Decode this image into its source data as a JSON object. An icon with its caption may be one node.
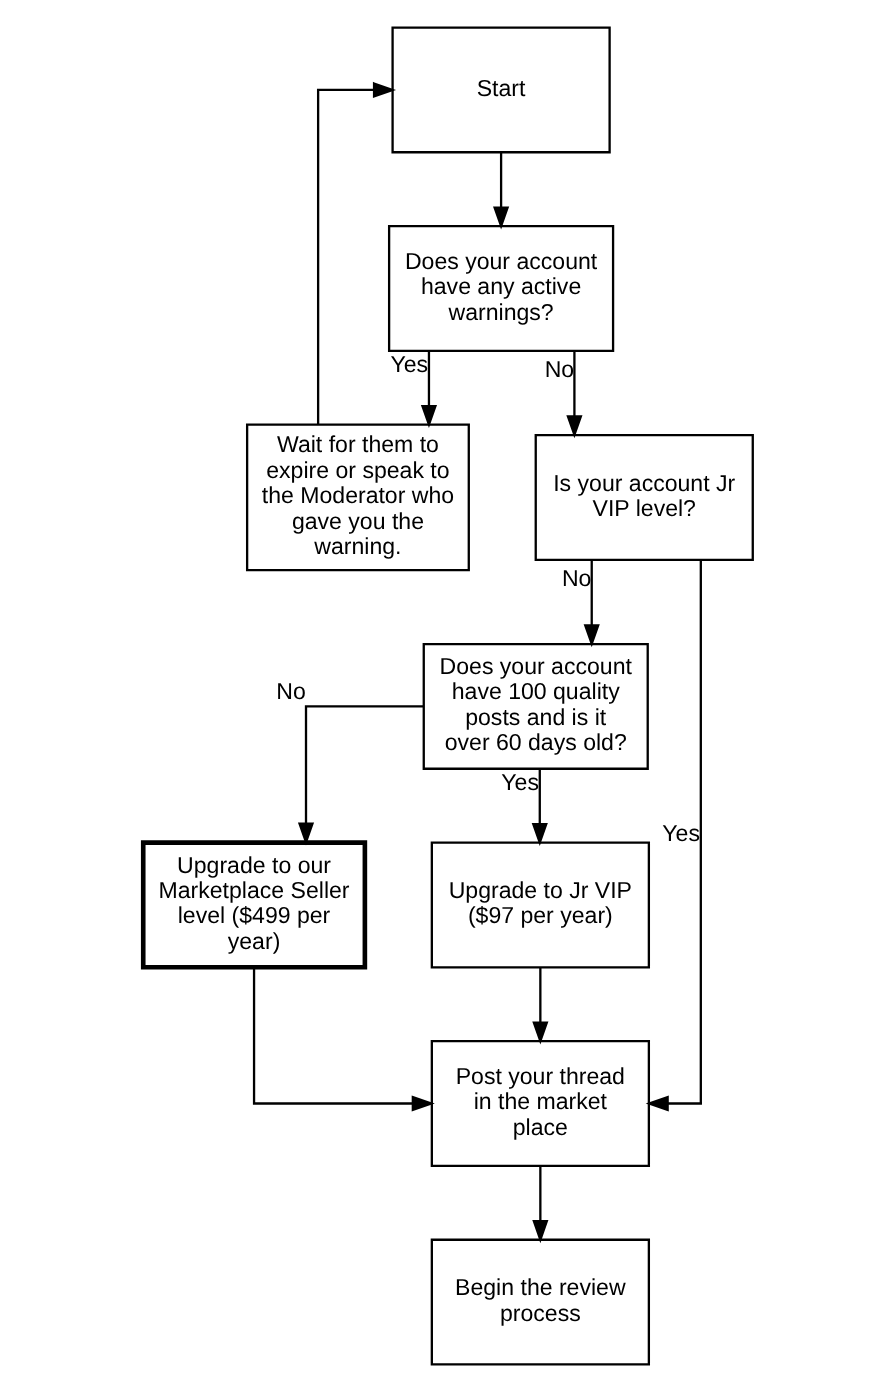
{
  "diagram": {
    "nodes": [
      {
        "text": [
          "Start"
        ]
      },
      {
        "text": [
          "Does your account have any active warnings?"
        ]
      },
      {
        "text": [
          "Wait for them to expire or speak to the Moderator who gave you the warning."
        ]
      },
      {
        "text": [
          "Is your account Jr VIP level?"
        ]
      },
      {
        "text": [
          "Does your account have 100 quality posts and is it over 60 days old?"
        ]
      },
      {
        "text": [
          "Upgrade to our Marketplace Seller level ($499 per year)"
        ]
      },
      {
        "text": [
          "Upgrade to Jr VIP ($97 per year)"
        ]
      },
      {
        "text": [
          "Post your thread in the market place"
        ]
      },
      {
        "text": [
          "Begin the review process"
        ]
      }
    ],
    "edges": [
      {
        "from": 0,
        "to": 1,
        "arrow": "to"
      },
      {
        "from": 1,
        "to": 2,
        "arrow": "to",
        "label": "Yes"
      },
      {
        "from": 1,
        "to": 3,
        "arrow": "to",
        "label": "No"
      },
      {
        "from": 2,
        "to": 0,
        "arrow": "to"
      },
      {
        "from": 3,
        "to": 4,
        "arrow": "to",
        "label": "No"
      },
      {
        "from": 3,
        "to": 7,
        "arrow": "to",
        "label": "Yes"
      },
      {
        "from": 4,
        "to": 5,
        "arrow": "to",
        "label": "No"
      },
      {
        "from": 4,
        "to": 6,
        "arrow": "to",
        "label": "Yes"
      },
      {
        "from": 5,
        "to": 7,
        "arrow": "to"
      },
      {
        "from": 6,
        "to": 7,
        "arrow": "to"
      },
      {
        "from": 7,
        "to": 8,
        "arrow": "to"
      }
    ]
  }
}
